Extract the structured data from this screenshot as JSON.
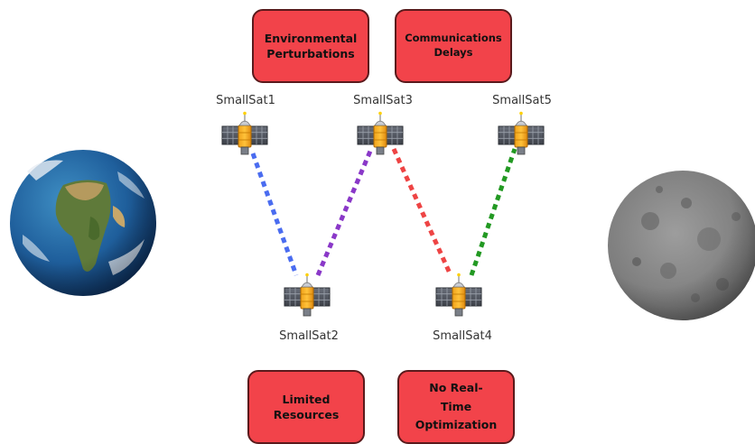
{
  "boxes": {
    "environmental": [
      "Environmental",
      "Perturbations"
    ],
    "communications": [
      "Communications",
      "Delays"
    ],
    "resources": [
      "Limited",
      "Resources"
    ],
    "optimization": [
      "No Real-",
      "Time",
      "Optimization"
    ]
  },
  "satellites": {
    "sat1": "SmallSat1",
    "sat2": "SmallSat2",
    "sat3": "SmallSat3",
    "sat4": "SmallSat4",
    "sat5": "SmallSat5"
  },
  "link_colors": {
    "sat1_sat2": "#4a6cf0",
    "sat2_sat3": "#8a38c8",
    "sat3_sat4": "#ee4444",
    "sat4_sat5": "#229922"
  },
  "colors": {
    "box_fill": "#f2434a",
    "box_border": "#5a1a1c"
  },
  "bodies": {
    "left": "earth",
    "right": "moon"
  }
}
